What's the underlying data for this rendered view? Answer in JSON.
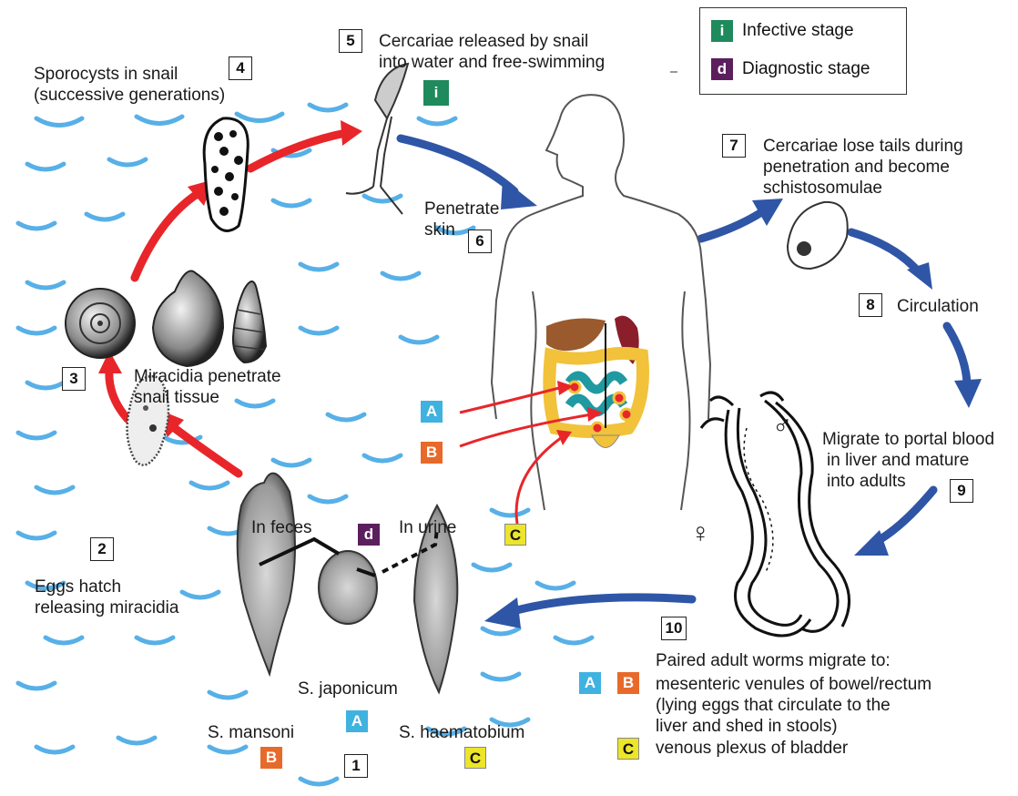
{
  "legend": {
    "infective_symbol": "i",
    "infective_label": "Infective stage",
    "diagnostic_symbol": "d",
    "diagnostic_label": "Diagnostic stage"
  },
  "steps": {
    "s1": {
      "num": "1"
    },
    "s2": {
      "num": "2",
      "text": [
        "Eggs hatch",
        "releasing miracidia"
      ]
    },
    "s3": {
      "num": "3",
      "text": [
        "Miracidia penetrate",
        "snail tissue"
      ]
    },
    "s4": {
      "num": "4",
      "text": [
        "Sporocysts in snail",
        "(successive generations)"
      ]
    },
    "s5": {
      "num": "5",
      "text": [
        "Cercariae released by snail",
        "into water and free-swimming"
      ]
    },
    "s6": {
      "num": "6",
      "text": [
        "Penetrate",
        "skin"
      ]
    },
    "s7": {
      "num": "7",
      "text": [
        "Cercariae lose tails during",
        "penetration and become",
        "schistosomulae"
      ]
    },
    "s8": {
      "num": "8",
      "text": "Circulation"
    },
    "s9": {
      "num": "9",
      "text": [
        "Migrate to portal blood",
        "in liver and mature",
        "into adults"
      ]
    },
    "s10": {
      "num": "10",
      "text": [
        "Paired adult worms migrate to:",
        "mesenteric venules of bowel/rectum",
        "(lying eggs that circulate to the",
        "liver and shed in stools)",
        "venous plexus of bladder"
      ]
    }
  },
  "eggs": {
    "feces_label": "In feces",
    "urine_label": "In urine",
    "mansoni": "S. mansoni",
    "japonicum": "S. japonicum",
    "haematobium": "S. haematobium"
  },
  "species_badges": {
    "a": "A",
    "b": "B",
    "c": "C"
  },
  "sex_symbols": {
    "male": "♂",
    "female": "♀"
  },
  "colors": {
    "red_arrow": "#e8262a",
    "blue_arrow": "#2f55a6",
    "water": "#3aa3e3",
    "infective": "#1f8a5c",
    "diagnostic": "#5c1f5e",
    "species_a": "#3fb2e0",
    "species_b": "#e86a2a",
    "species_c": "#ece52a"
  }
}
